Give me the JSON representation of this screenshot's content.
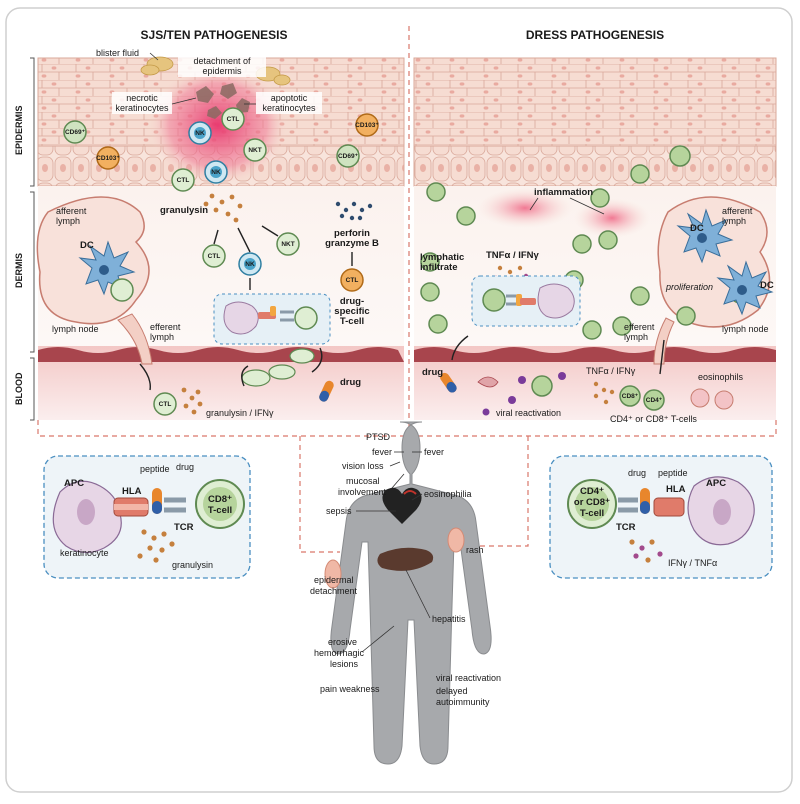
{
  "headers": {
    "left": "SJS/TEN PATHOGENESIS",
    "right": "DRESS PATHOGENESIS"
  },
  "layers": {
    "epidermis": "EPIDERMIS",
    "dermis": "DERMIS",
    "blood": "BLOOD"
  },
  "sjs": {
    "blister_fluid": "blister fluid",
    "detachment": [
      "detachment of",
      "epidermis"
    ],
    "necrotic": [
      "necrotic",
      "keratinocytes"
    ],
    "apoptotic": [
      "apoptotic",
      "keratinocytes"
    ],
    "granulysin": "granulysin",
    "perforin": [
      "perforin",
      "granzyme B"
    ],
    "drug_specific": [
      "drug-",
      "specific",
      "T-cell"
    ],
    "afferent": [
      "afferent",
      "lymph"
    ],
    "efferent": [
      "efferent",
      "lymph"
    ],
    "dc": "DC",
    "lymph_node": "lymph node",
    "granulysin_ifn": "granulysin / IFNγ",
    "drug": "drug"
  },
  "dress": {
    "inflammation": "inflammation",
    "lymphatic": [
      "lymphatic",
      "infiltrate"
    ],
    "tnf_ifn": "TNFα / IFNγ",
    "afferent": [
      "afferent",
      "lymph"
    ],
    "dc1": "DC",
    "dc2": "DC",
    "proliferation": "proliferation",
    "efferent": [
      "efferent",
      "lymph"
    ],
    "lymph_node": "lymph node",
    "drug": "drug",
    "tnf_ifn2": "TNFα / IFNγ",
    "eosinophils": "eosinophils",
    "cd8": "CD8⁺",
    "cd4": "CD4⁺",
    "cd4_cd8": "CD4⁺ or CD8⁺ T-cells",
    "viral": "viral reactivation"
  },
  "cells": {
    "nk": "NK",
    "ctl": "CTL",
    "nkt": "NKT",
    "cd69": "CD69⁺",
    "cd103": "CD103⁺"
  },
  "insets": {
    "left": {
      "apc": "APC",
      "hla": "HLA",
      "peptide": "peptide",
      "drug": "drug",
      "tcr": "TCR",
      "cd8": "CD8⁺",
      "tcell": "T-cell",
      "keratinocyte": "keratinocyte",
      "granulysin": "granulysin"
    },
    "right": {
      "drug": "drug",
      "peptide": "peptide",
      "hla": "HLA",
      "apc": "APC",
      "tcr": "TCR",
      "cd4": "CD4⁺",
      "or_cd8": "or CD8⁺",
      "tcell": "T-cell",
      "cytokines": "IFNγ / TNFα"
    }
  },
  "body": {
    "ptsd": "PTSD",
    "fever_l": "fever",
    "fever_r": "fever",
    "vision_loss": "vision loss",
    "mucosal": [
      "mucosal",
      "involvement"
    ],
    "eosinophilia": "eosinophilia",
    "sepsis": "sepsis",
    "rash": "rash",
    "epidermal": [
      "epidermal",
      "detachment"
    ],
    "hepatitis": "hepatitis",
    "erosive": [
      "erosive",
      "hemorrhagic",
      "lesions"
    ],
    "viral": "viral reactivation",
    "pain": "pain weakness",
    "delayed": [
      "delayed",
      "autoimmunity"
    ]
  },
  "colors": {
    "skin": "#f6dcd2",
    "skin_line": "#d9a89a",
    "blood_band": "#a8454d",
    "inflam": "#e8336b",
    "tcell": "#b6d49c",
    "tcell_dark": "#5f8a52",
    "nk": "#4aa3c9",
    "cd103": "#e08a2d",
    "dashed": "#d9776b",
    "inset_border": "#4a8fc1",
    "inset_fill": "#eef4f8",
    "body": "#a7a9ac"
  }
}
